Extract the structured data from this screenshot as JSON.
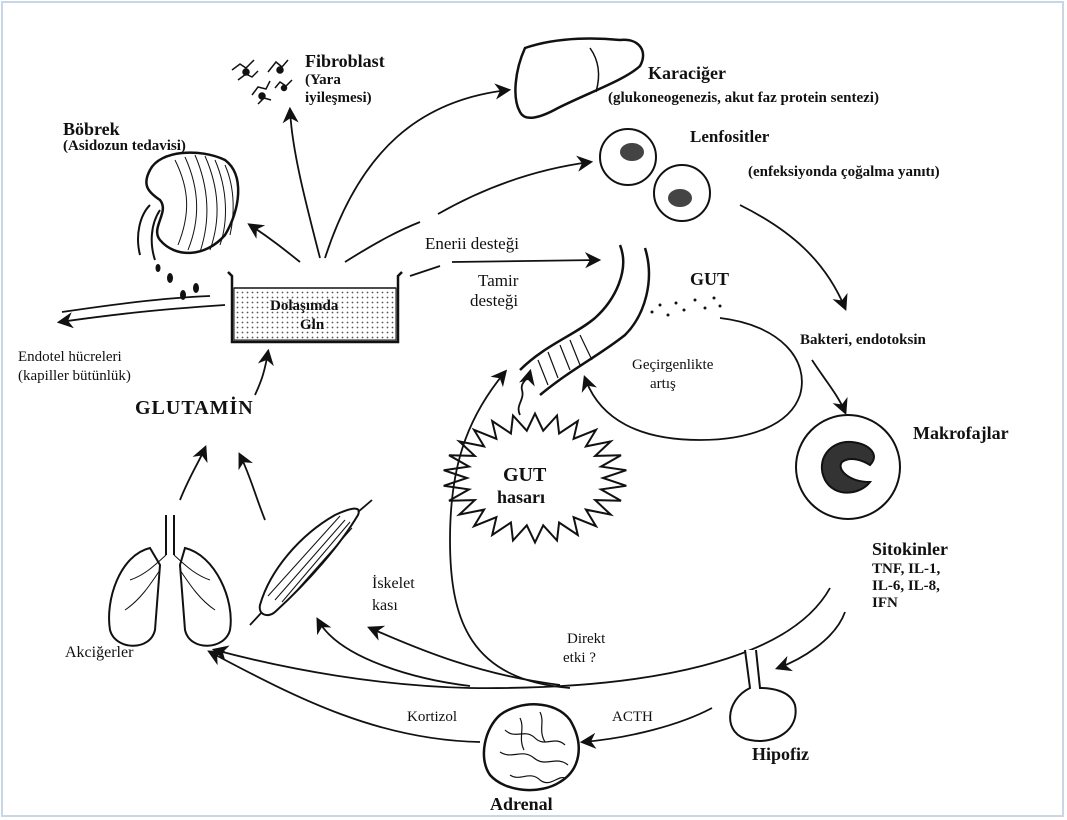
{
  "labels": {
    "fibroblast": "Fibroblast",
    "fibroblast_sub1": "(Yara",
    "fibroblast_sub2": "iyileşmesi)",
    "karaciger": "Karaciğer",
    "karaciger_sub": "(glukoneogenezis, akut faz protein sentezi)",
    "bobrek": "Böbrek",
    "bobrek_sub": "(Asidozun tedavisi)",
    "lenfositler": "Lenfositler",
    "lenfositler_sub": "(enfeksiyonda çoğalma yanıtı)",
    "enerji": "Enerii desteği",
    "tamir1": "Tamir",
    "tamir2": "desteği",
    "gut": "GUT",
    "dolasim1": "Dolaşımda",
    "dolasim2": "Gln",
    "endotel1": "Endotel hücreleri",
    "endotel2": "(kapiller bütünlük)",
    "bakteri": "Bakteri, endotoksin",
    "gecirgenlik1": "Geçirgenlikte",
    "gecirgenlik2": "artış",
    "glutamin": "GLUTAMİN",
    "makrofajlar": "Makrofajlar",
    "gut_hasar1": "GUT",
    "gut_hasar2": "hasarı",
    "sitokinler": "Sitokinler",
    "sitokin1": "TNF, IL-1,",
    "sitokin2": "IL-6, IL-8,",
    "sitokin3": "IFN",
    "iskelet1": "İskelet",
    "iskelet2": "kası",
    "direkt1": "Direkt",
    "direkt2": "etki ?",
    "akcigerler": "Akciğerler",
    "kortizol": "Kortizol",
    "acth": "ACTH",
    "hipofiz": "Hipofiz",
    "adrenal": "Adrenal"
  },
  "colors": {
    "ink": "#111111",
    "frame": "#c9d6e6"
  }
}
